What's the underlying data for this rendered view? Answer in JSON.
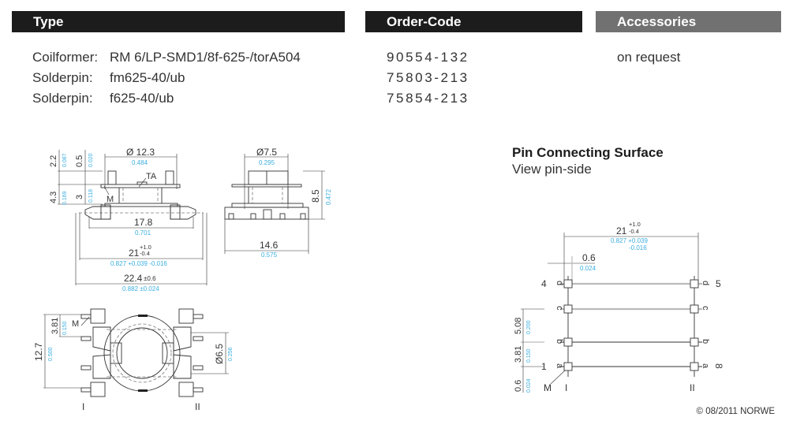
{
  "headers": {
    "type": "Type",
    "order_code": "Order-Code",
    "accessories": "Accessories"
  },
  "rows": [
    {
      "label": "Coilformer:",
      "value": "RM 6/LP-SMD1/8f-625-/torA504",
      "code": "90554-132",
      "accessory": "on request"
    },
    {
      "label": "Solderpin:",
      "value": "fm625-40/ub",
      "code": "75803-213",
      "accessory": ""
    },
    {
      "label": "Solderpin:",
      "value": "f625-40/ub",
      "code": "75854-213",
      "accessory": ""
    }
  ],
  "colors": {
    "header_dark": "#1c1c1c",
    "header_gray": "#717171",
    "inch_dimension": "#3aaee0"
  },
  "pin_surface": {
    "title": "Pin Connecting Surface",
    "subtitle": "View pin-side",
    "pitch_total": {
      "mm": "21",
      "tol_plus": "+1.0",
      "tol_minus": "-0.4",
      "inch": "0.827 +0.039",
      "inch_minus": "-0.016"
    },
    "offset": {
      "mm": "0.6",
      "inch": "0.024"
    },
    "spacing_1": {
      "mm": "5.08",
      "inch": "0.200"
    },
    "spacing_2": {
      "mm": "3.81",
      "inch": "0.150"
    },
    "spacing_3": {
      "mm": "0.6",
      "inch": "0.024"
    },
    "pin_numbers": {
      "p1": "1",
      "p4": "4",
      "p5": "5",
      "p8": "8"
    },
    "pin_letters": {
      "a": "a",
      "b": "b",
      "c": "c",
      "d": "d"
    },
    "marker": "M",
    "side_left": "I",
    "side_right": "II"
  },
  "front_view": {
    "dia_top": {
      "mm": "Ø 12.3",
      "inch": "0.484"
    },
    "h1": {
      "mm": "2.2",
      "inch": "0.087"
    },
    "h2": {
      "mm": "0.5",
      "inch": "0.020"
    },
    "h3": {
      "mm": "4.3",
      "inch": "0.169"
    },
    "h4": {
      "mm": "3",
      "inch": "0.118"
    },
    "label_ta": "TA",
    "label_m": "M",
    "w1": {
      "mm": "17.8",
      "inch": "0.701"
    },
    "w2": {
      "mm": "21",
      "tol_plus": "+1.0",
      "tol_minus": "-0.4",
      "inch": "0.827 +0.039 -0.016"
    },
    "w3": {
      "mm": "22.4",
      "tol": "±0.6",
      "inch": "0.882 ±0.024"
    }
  },
  "side_view": {
    "dia": {
      "mm": "Ø7.5",
      "inch": "0.295"
    },
    "height": {
      "mm": "8.5",
      "inch": "0.472"
    },
    "width": {
      "mm": "14.6",
      "inch": "0.575"
    }
  },
  "top_view": {
    "pitch": {
      "mm": "3.81",
      "inch": "0.150"
    },
    "span": {
      "mm": "12.7",
      "inch": "0.500"
    },
    "dia": {
      "mm": "Ø6.5",
      "inch": "0.256"
    },
    "label_m": "M",
    "side_left": "I",
    "side_right": "II"
  },
  "copyright": "© 08/2011 NORWE"
}
